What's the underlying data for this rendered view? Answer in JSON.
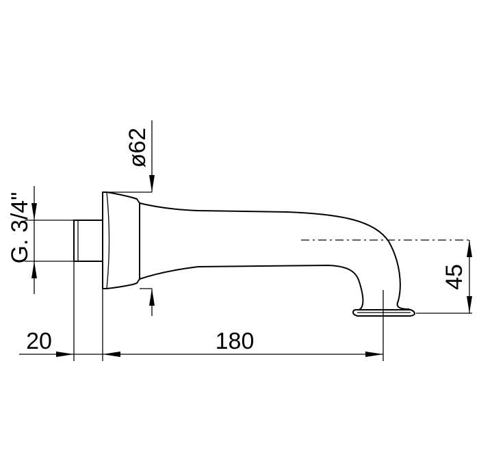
{
  "dimensions": {
    "thread_length": "20",
    "spout_length": "180",
    "flange_diameter": "ø62",
    "spout_height": "45",
    "thread_size": "G. 3/4\""
  },
  "colors": {
    "line": "#000000",
    "background": "#ffffff"
  }
}
